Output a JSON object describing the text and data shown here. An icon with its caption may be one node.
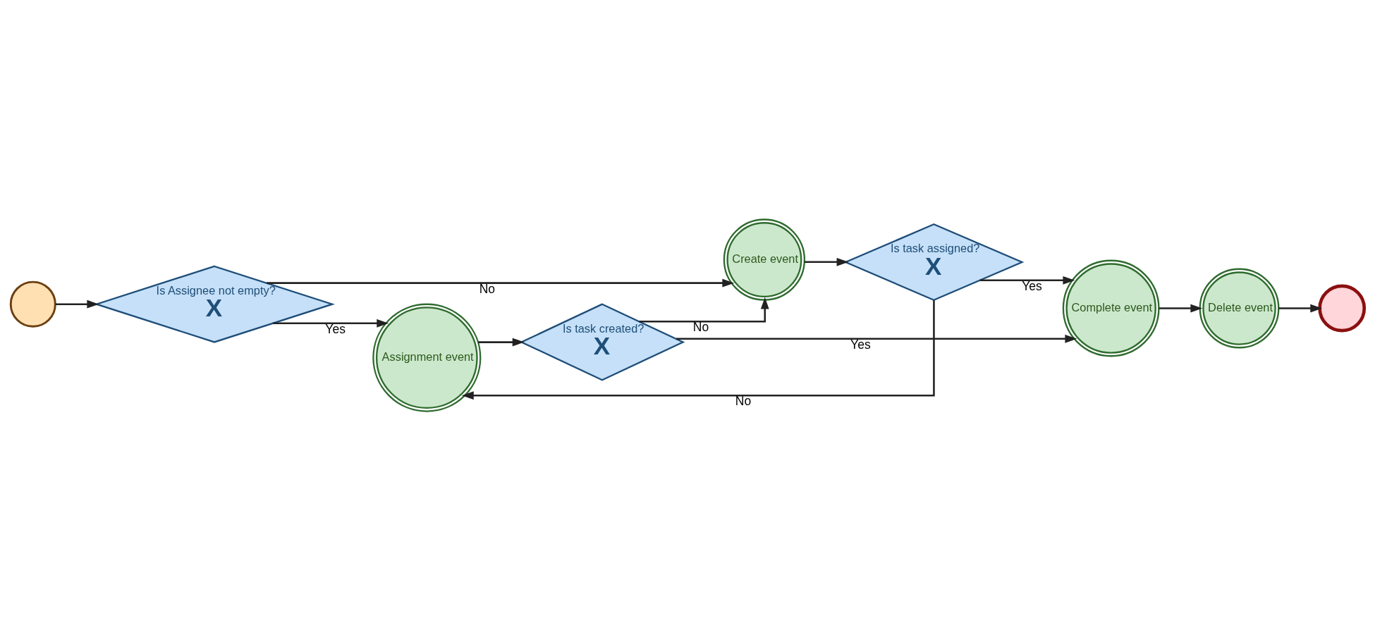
{
  "diagram": {
    "nodes": [
      {
        "text": [],
        "shape": "circle"
      },
      {
        "text": [
          "Is Assignee not empty?",
          "X"
        ]
      },
      {
        "text": [
          "Assignment event"
        ]
      },
      {
        "text": [
          "Is task created?",
          "X"
        ]
      },
      {
        "text": [
          "Create event"
        ]
      },
      {
        "text": [
          "Is task assigned?",
          "X"
        ]
      },
      {
        "text": [
          "Complete event"
        ]
      },
      {
        "text": [
          "Delete event"
        ]
      },
      {
        "text": [],
        "shape": "circle"
      }
    ],
    "edges": [
      {
        "from": 0,
        "to": 1,
        "arrow": "to"
      },
      {
        "from": 1,
        "to": 2,
        "arrow": "to",
        "label": "Yes"
      },
      {
        "from": 1,
        "to": 4,
        "arrow": "to",
        "label": "No"
      },
      {
        "from": 2,
        "to": 3,
        "arrow": "to"
      },
      {
        "from": 3,
        "to": 6,
        "arrow": "to",
        "label": "Yes"
      },
      {
        "from": 3,
        "to": 4,
        "arrow": "to",
        "label": "No"
      },
      {
        "from": 4,
        "to": 5,
        "arrow": "to"
      },
      {
        "from": 5,
        "to": 2,
        "arrow": "to",
        "label": "No"
      },
      {
        "from": 5,
        "to": 6,
        "arrow": "to",
        "label": "Yes"
      },
      {
        "from": 6,
        "to": 7,
        "arrow": "to"
      },
      {
        "from": 7,
        "to": 8,
        "arrow": "to"
      }
    ]
  }
}
